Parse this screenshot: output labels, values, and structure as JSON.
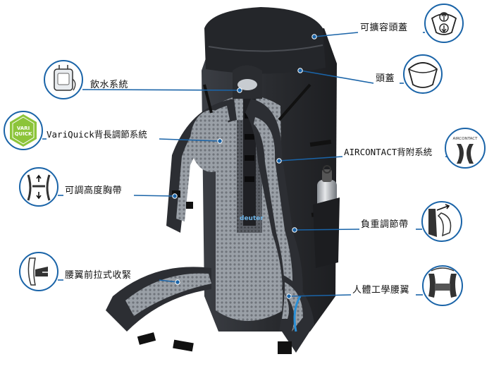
{
  "colors": {
    "leader_line": "#1a64a8",
    "icon_ring": "#1a64a8",
    "pack_dark": "#2b2d31",
    "pack_mid": "#45484e",
    "mesh": "#8d9299",
    "accent_blue": "#2a8fd6",
    "variquick_green": "#8cc43a"
  },
  "features": [
    {
      "id": "expandable-lid",
      "label": "可擴容頭蓋",
      "side": "right",
      "icon": "expand-lid-icon"
    },
    {
      "id": "lid",
      "label": "頭蓋",
      "side": "right",
      "icon": "lid-icon"
    },
    {
      "id": "hydration",
      "label": "飲水系統",
      "side": "left",
      "icon": "hydration-bag-icon"
    },
    {
      "id": "variquick",
      "label": "VariQuick背長調節系統",
      "side": "left",
      "icon": "variquick-badge-icon",
      "badge_text_1": "VARI",
      "badge_text_2": "QUICK"
    },
    {
      "id": "aircontact",
      "label": "AIRCONTACT背附系統",
      "side": "right",
      "icon": "aircontact-icon",
      "badge_text": "AIRCONTACT"
    },
    {
      "id": "chest-strap",
      "label": "可調高度胸帶",
      "side": "left",
      "icon": "chest-strap-icon"
    },
    {
      "id": "load-adjust",
      "label": "負重調節帶",
      "side": "right",
      "icon": "load-strap-icon"
    },
    {
      "id": "hip-belt-pull",
      "label": "腰翼前拉式收緊",
      "side": "left",
      "icon": "hipbelt-pull-icon"
    },
    {
      "id": "ergonomic-hip",
      "label": "人體工學腰翼",
      "side": "right",
      "icon": "ergonomic-hip-icon"
    }
  ],
  "brand": {
    "logo_text": "deuter"
  }
}
